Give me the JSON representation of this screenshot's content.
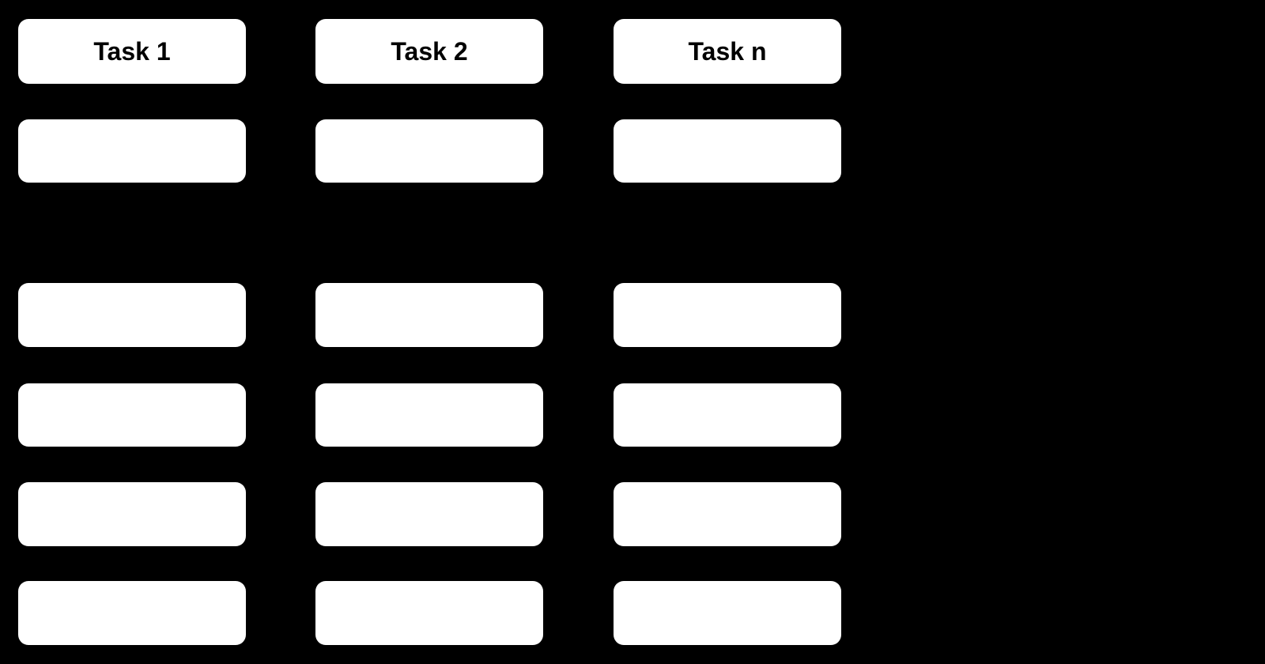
{
  "diagram": {
    "background_color": "#000000",
    "box_fill_color": "#ffffff",
    "header_text_color": "#000000",
    "columns": [
      {
        "header": "Task 1",
        "boxes": [
          "",
          "",
          "",
          "",
          ""
        ]
      },
      {
        "header": "Task 2",
        "boxes": [
          "",
          "",
          "",
          "",
          ""
        ]
      },
      {
        "header": "Task n",
        "boxes": [
          "",
          "",
          "",
          "",
          ""
        ]
      }
    ]
  }
}
